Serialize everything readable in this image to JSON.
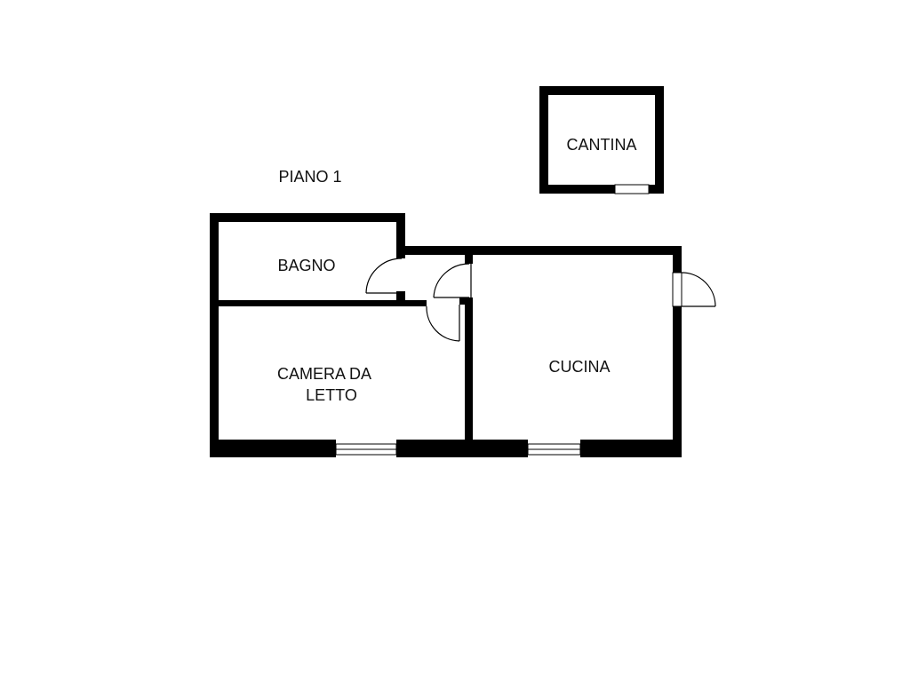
{
  "floor_label": "PIANO 1",
  "rooms": {
    "cantina": "CANTINA",
    "bagno": "BAGNO",
    "camera_line1": "CAMERA DA",
    "camera_line2": "LETTO",
    "cucina": "CUCINA"
  },
  "colors": {
    "wall": "#000000",
    "background": "#ffffff"
  }
}
